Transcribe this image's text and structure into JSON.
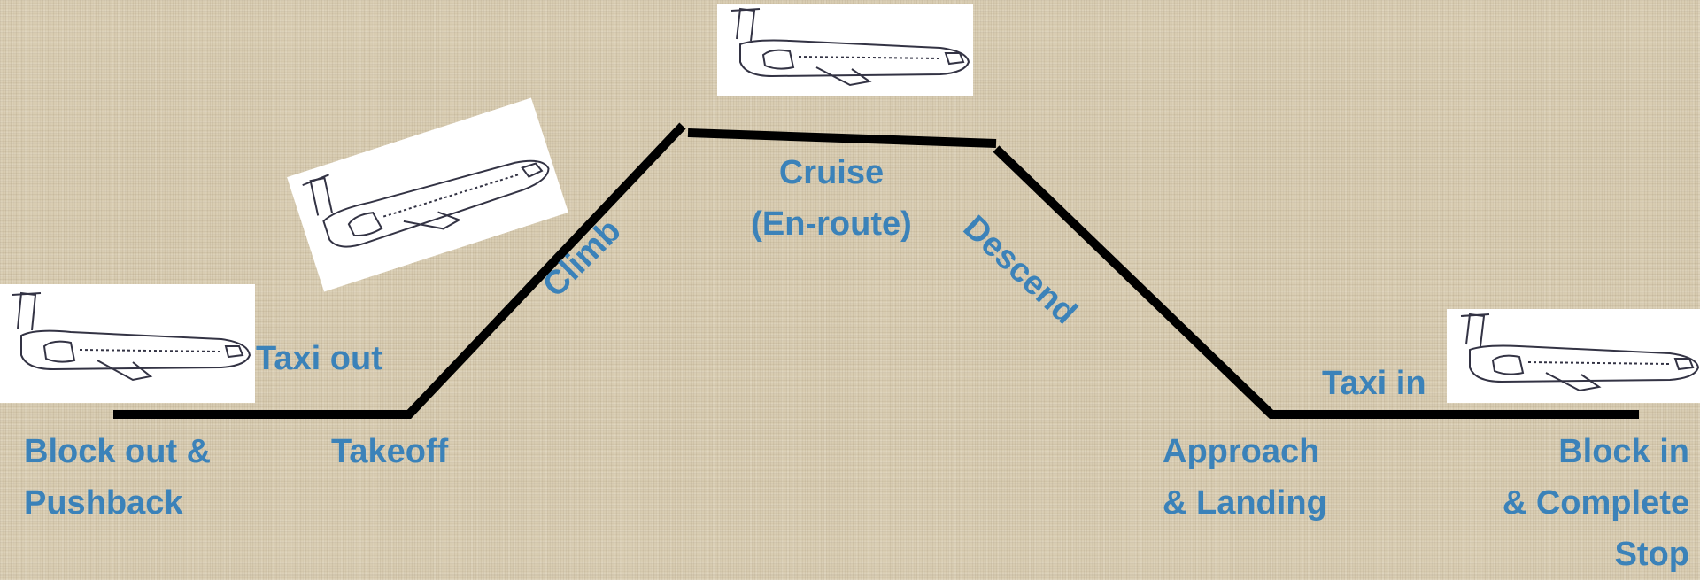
{
  "phases": {
    "block_out": [
      "Block out &",
      "Pushback"
    ],
    "taxi_out": "Taxi out",
    "takeoff": "Takeoff",
    "climb": "Climb",
    "cruise": [
      "Cruise",
      "(En-route)"
    ],
    "descend": "Descend",
    "approach": [
      "Approach",
      "& Landing"
    ],
    "taxi_in": "Taxi in",
    "block_in": [
      "Block in",
      "& Complete",
      "Stop"
    ]
  },
  "colors": {
    "label": "#3b82b9",
    "path": "#000000",
    "background": "#d9cdb2"
  },
  "icons": {
    "plane": "airplane-side-view-icon"
  }
}
